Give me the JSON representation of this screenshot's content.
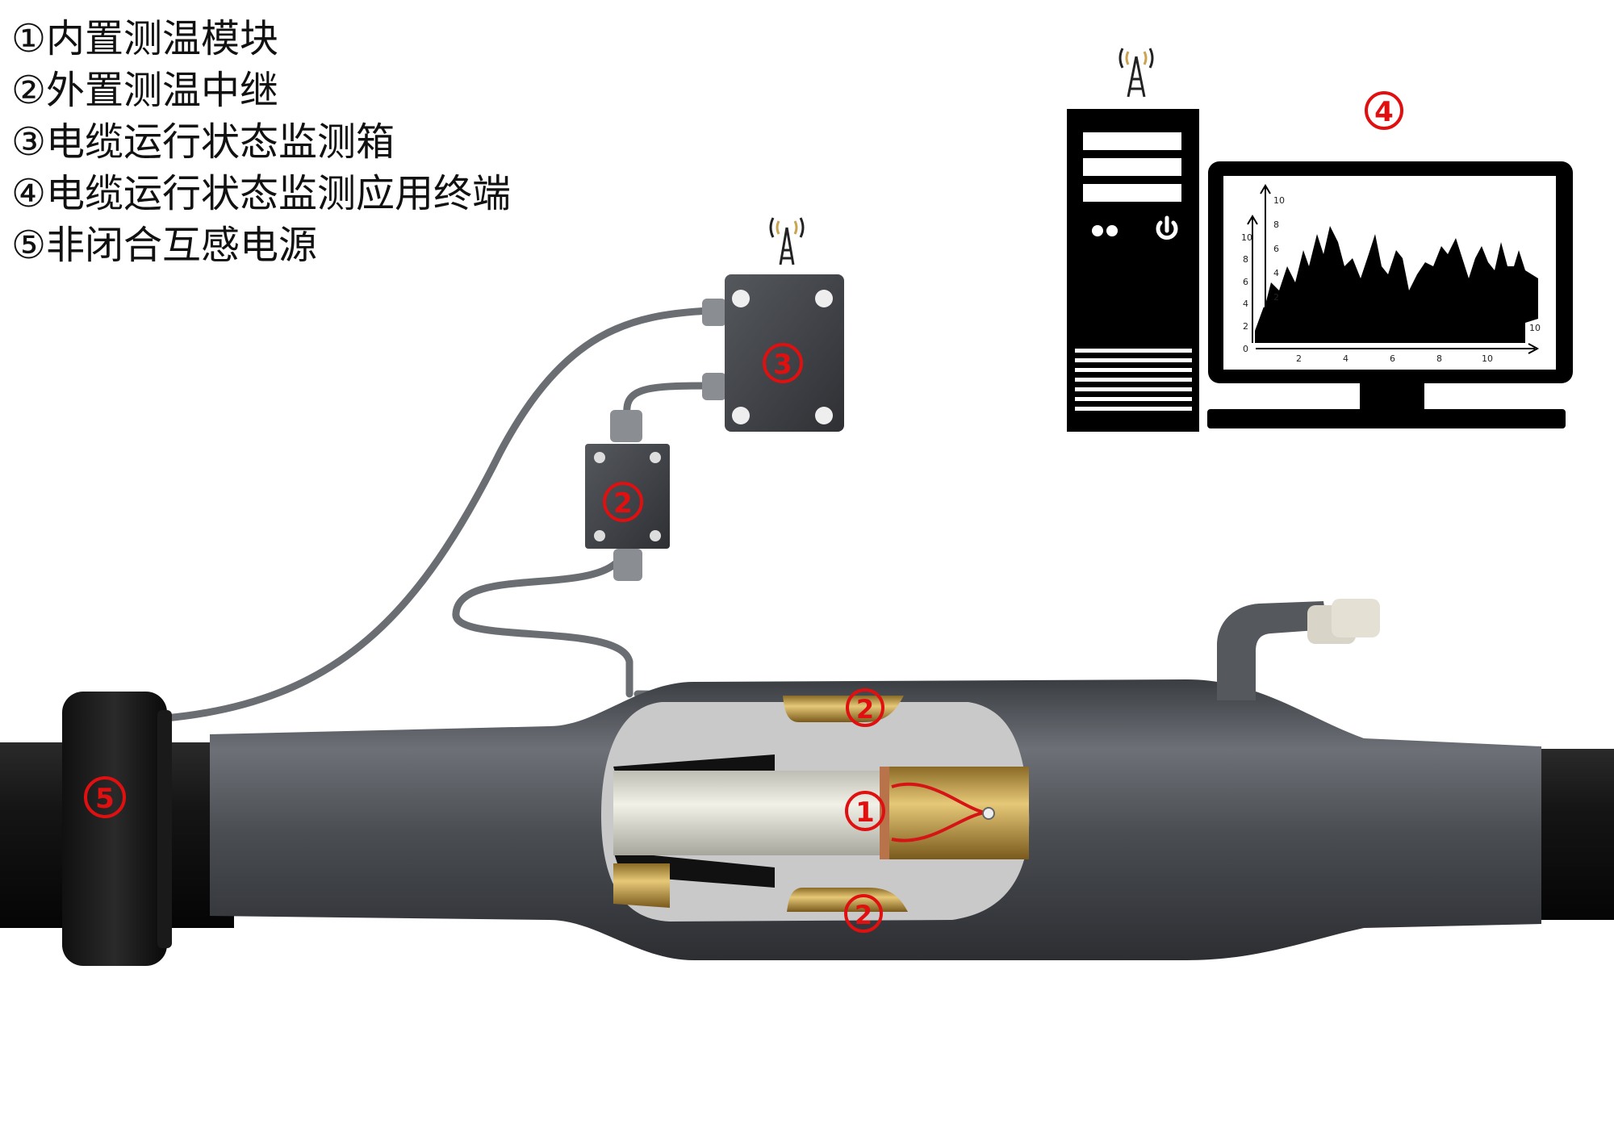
{
  "legend": [
    {
      "num": "①",
      "text": "内置测温模块"
    },
    {
      "num": "②",
      "text": "外置测温中继"
    },
    {
      "num": "③",
      "text": "电缆运行状态监测箱"
    },
    {
      "num": "④",
      "text": "电缆运行状态监测应用终端"
    },
    {
      "num": "⑤",
      "text": "非闭合互感电源"
    }
  ],
  "callouts": {
    "c1": "1",
    "c2": "2",
    "c3": "3",
    "c4": "4",
    "c5": "5"
  },
  "monitor_chart": {
    "y_ticks": [
      "10",
      "8",
      "6",
      "4",
      "2"
    ],
    "y_ticks_back": [
      "10",
      "8",
      "6",
      "4",
      "2",
      "0"
    ],
    "x_ticks": [
      "2",
      "4",
      "6",
      "8",
      "10"
    ],
    "x_tick_back": "10"
  },
  "colors": {
    "callout_red": "#e01010",
    "cable_black": "#111111",
    "joint_gray": "#4a4d52",
    "brass": "#c9a552",
    "device_gray": "#3d3f43"
  }
}
